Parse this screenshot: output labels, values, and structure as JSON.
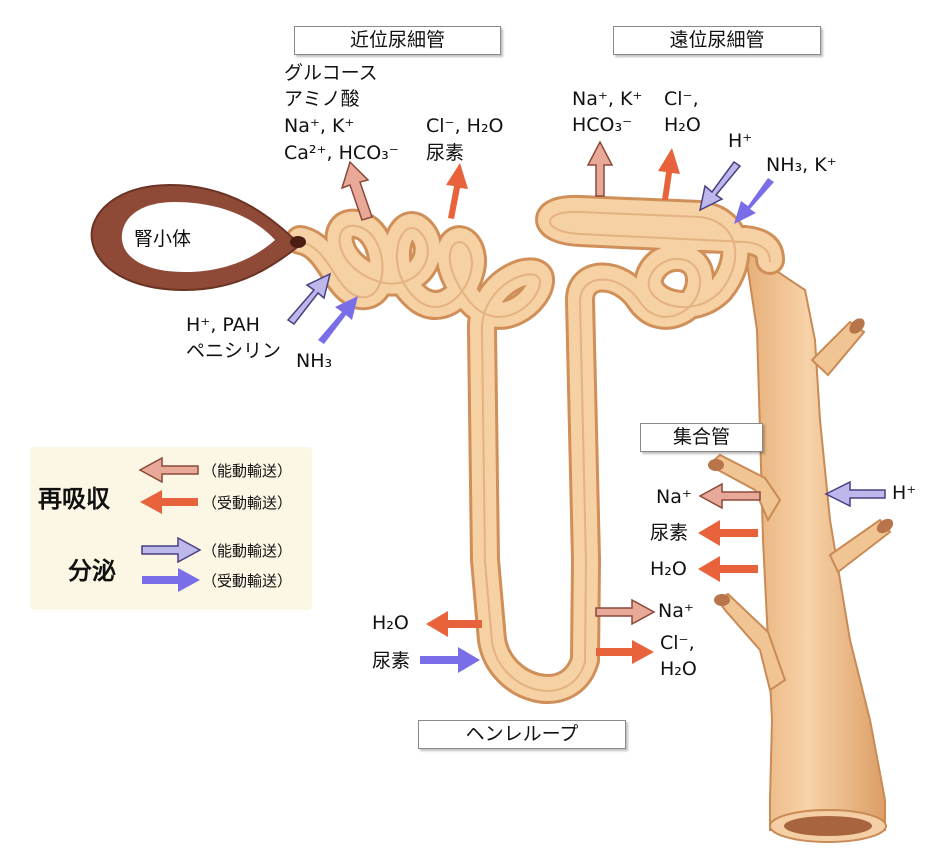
{
  "sections": {
    "proximal": "近位尿細管",
    "distal": "遠位尿細管",
    "collecting": "集合管",
    "henle": "ヘンレループ",
    "corpuscle": "腎小体"
  },
  "proximal_labels": {
    "reabsorb_active": [
      "グルコース",
      "アミノ酸",
      "Na⁺, K⁺",
      "Ca²⁺, HCO₃⁻"
    ],
    "reabsorb_passive": [
      "Cl⁻, H₂O",
      "尿素"
    ],
    "secrete_active": [
      "H⁺, PAH",
      "ペニシリン"
    ],
    "secrete_passive": "NH₃"
  },
  "distal_labels": {
    "reabsorb_active": [
      "Na⁺, K⁺",
      "HCO₃⁻"
    ],
    "reabsorb_passive": [
      "Cl⁻,",
      "H₂O"
    ],
    "secrete_active": "H⁺",
    "secrete_passive": "NH₃, K⁺"
  },
  "collecting_labels": {
    "secrete_active": "H⁺",
    "reabsorb_active": "Na⁺",
    "reabsorb_passive": [
      "尿素",
      "H₂O"
    ]
  },
  "henle_labels": {
    "reabsorb_passive_left": "H₂O",
    "secrete_passive_left": "尿素",
    "reabsorb_active_right": "Na⁺",
    "reabsorb_passive_right": [
      "Cl⁻,",
      "H₂O"
    ]
  },
  "legend": {
    "reabsorption": "再吸収",
    "secretion": "分泌",
    "active": "（能動輸送）",
    "passive": "（受動輸送）"
  },
  "colors": {
    "reabsorb_active": "#e8a998",
    "reabsorb_passive": "#e8623c",
    "secrete_active": "#bdb8ec",
    "secrete_passive": "#7a6ee8",
    "tubule": "#f3c898",
    "tubule_edge": "#d8945a",
    "corpuscle": "#8e4a36",
    "legend_bg": "#fbf7e4"
  }
}
